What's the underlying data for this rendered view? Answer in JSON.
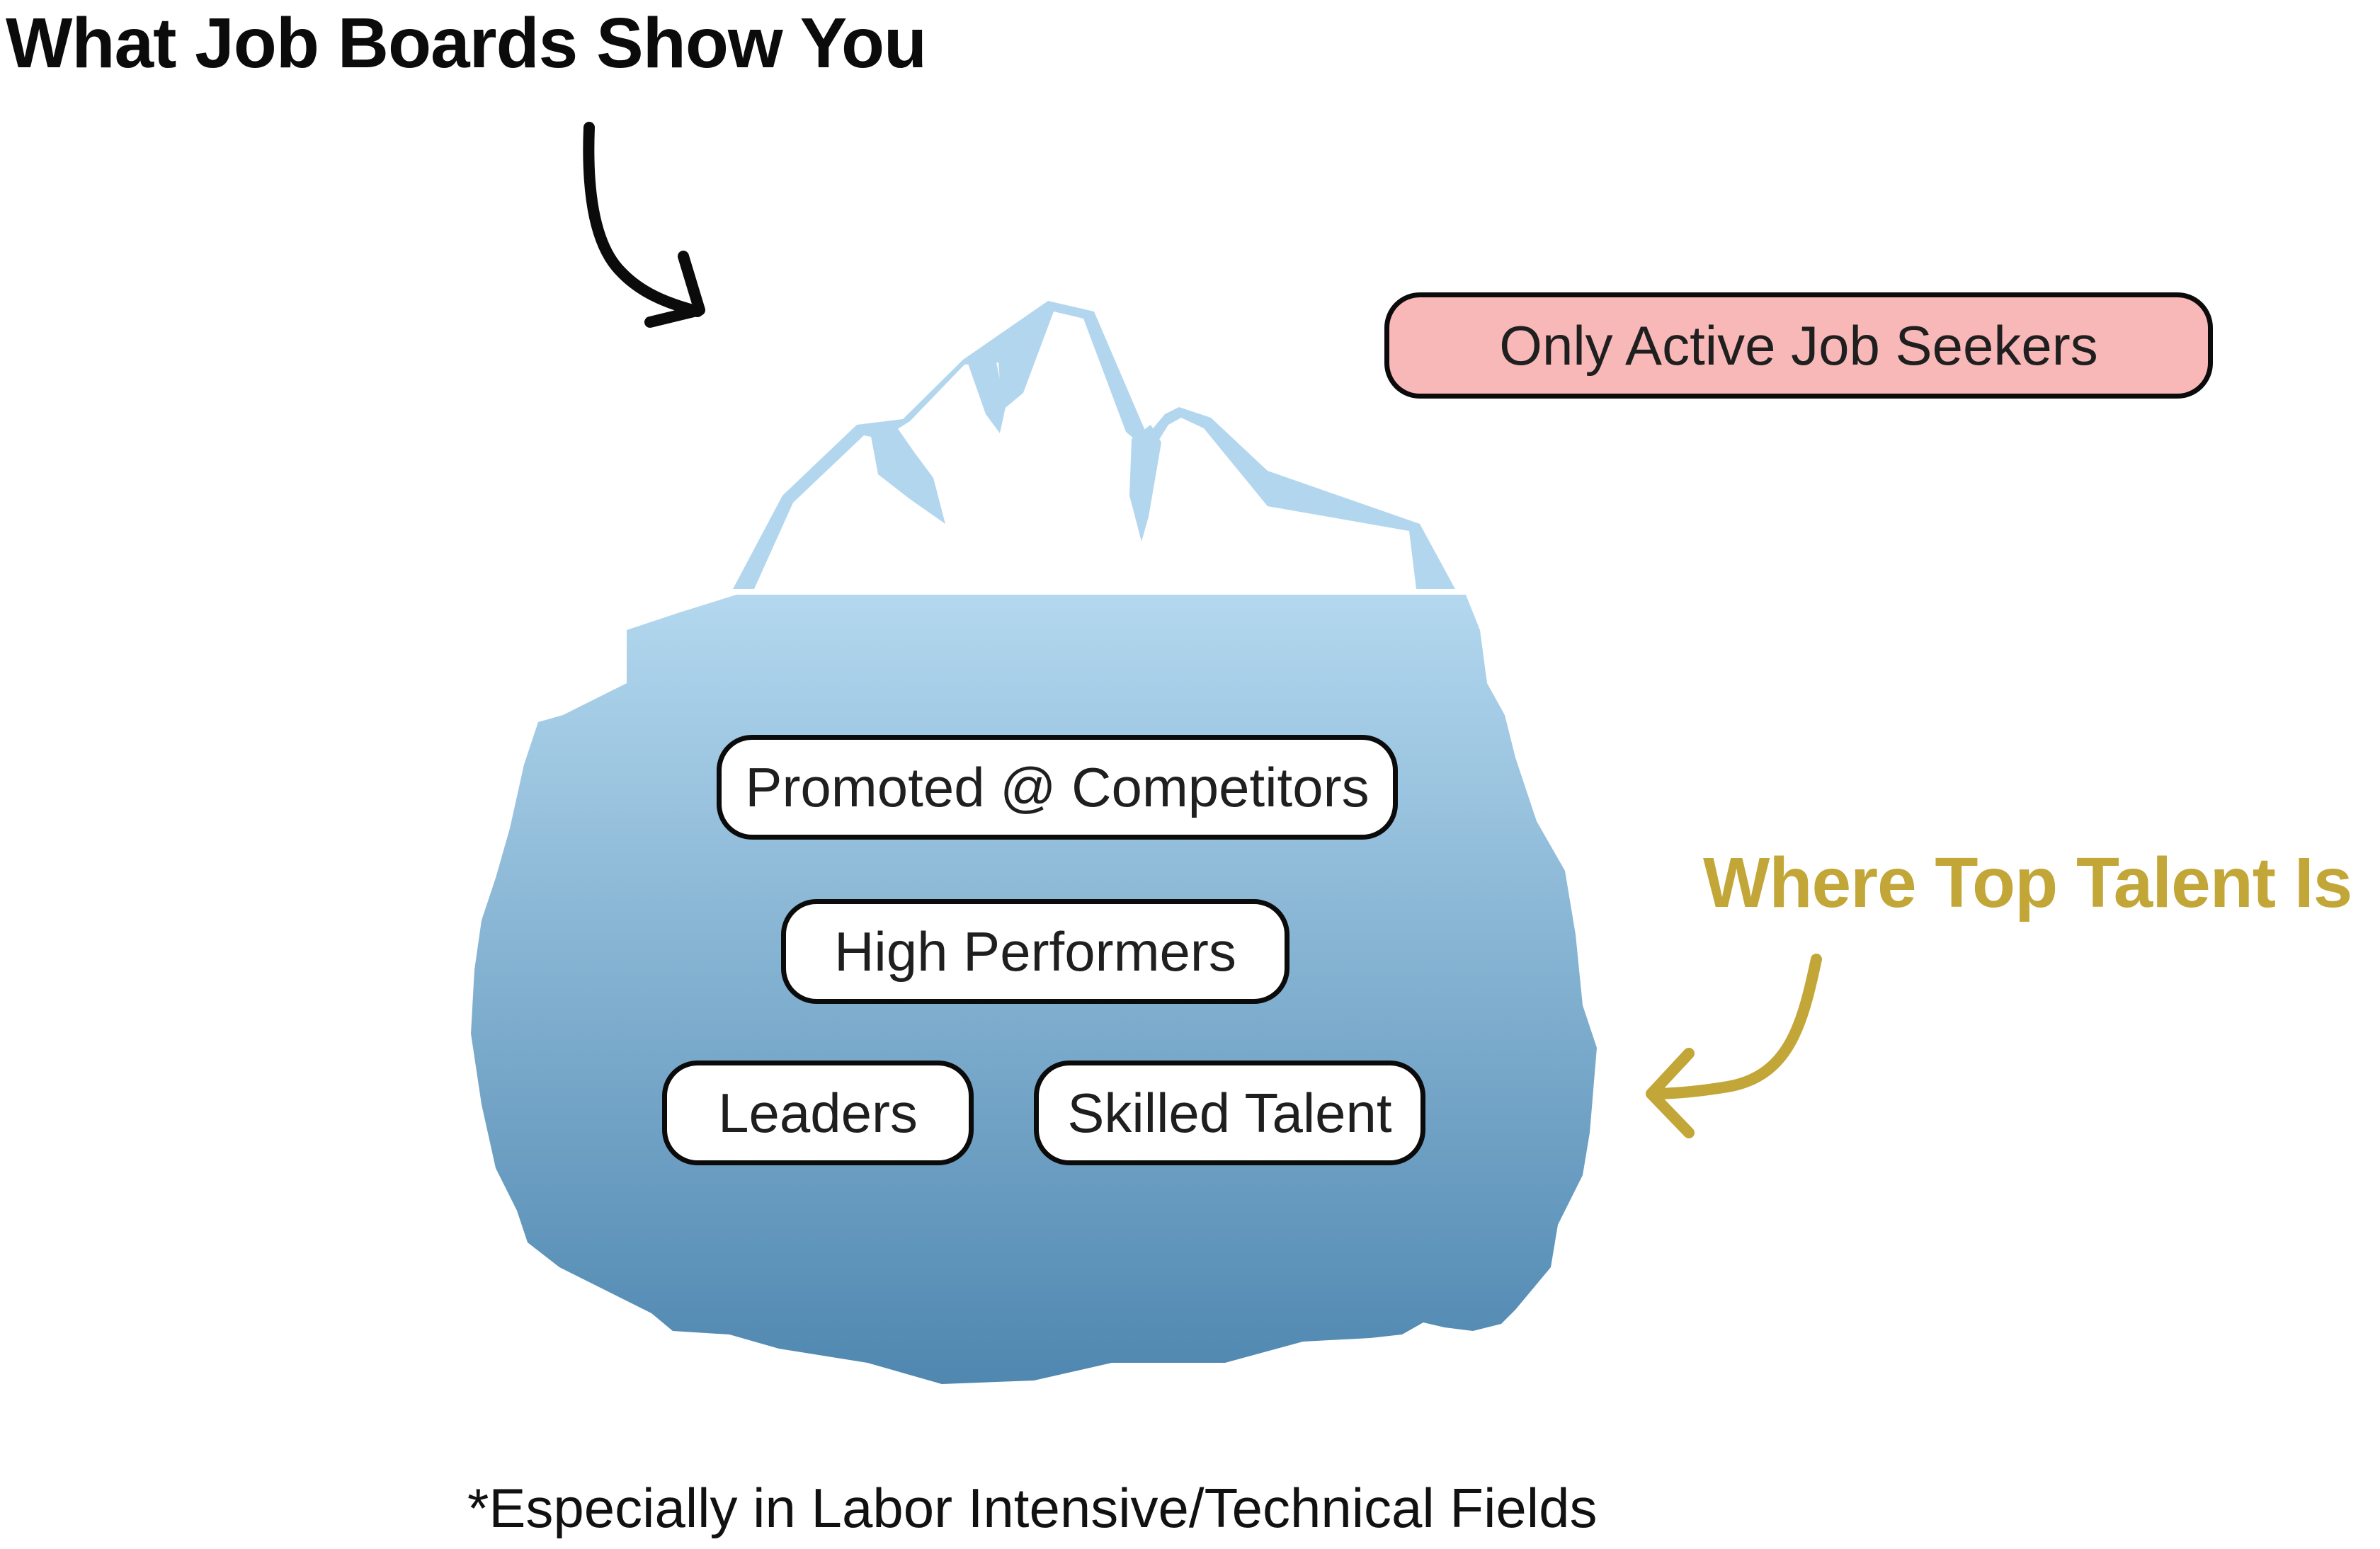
{
  "titles": {
    "top": "What Job Boards Show You",
    "right": "Where Top Talent Is"
  },
  "surface_label": "Only Active Job Seekers",
  "underwater_labels": {
    "promoted": "Promoted @ Competitors",
    "high_performers": "High Performers",
    "leaders": "Leaders",
    "skilled": "Skilled Talent"
  },
  "footnote": "*Especially in Labor Intensive/Technical Fields",
  "colors": {
    "iceberg_top_fill": "#ffffff",
    "iceberg_edge": "#b3d6ef",
    "iceberg_underwater_top": "#b3d8ef",
    "iceberg_underwater_bottom": "#4f87b0",
    "surface_pill": "#f8b8b8",
    "accent_gold": "#c2a637",
    "ink": "#0b0b0b"
  },
  "icons": [
    "curved-arrow-down-right-icon",
    "curved-arrow-left-icon"
  ]
}
